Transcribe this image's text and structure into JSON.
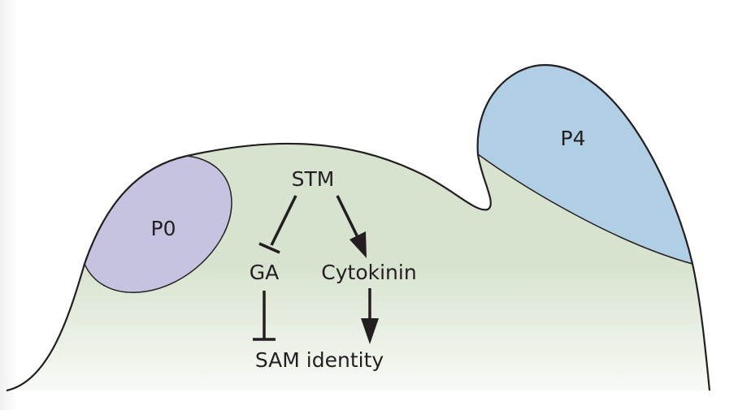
{
  "diagram": {
    "regions": [
      {
        "id": "meristem",
        "label": "",
        "color": "#d8e3cf"
      },
      {
        "id": "p0",
        "label": "P0",
        "color": "#c5c3e0"
      },
      {
        "id": "p4",
        "label": "P4",
        "color": "#b0cfe4"
      }
    ],
    "nodes": {
      "stm": "STM",
      "ga": "GA",
      "cytokinin": "Cytokinin",
      "sam_identity": "SAM identity"
    },
    "edges": [
      {
        "from": "STM",
        "to": "GA",
        "type": "inhibition"
      },
      {
        "from": "STM",
        "to": "Cytokinin",
        "type": "activation"
      },
      {
        "from": "GA",
        "to": "SAM identity",
        "type": "inhibition"
      },
      {
        "from": "Cytokinin",
        "to": "SAM identity",
        "type": "activation"
      }
    ],
    "colors": {
      "outline": "#231f20",
      "meristem_fill": "#d8e3cf",
      "meristem_fade": "#f8faf6",
      "p0_fill": "#c5c3e0",
      "p4_fill": "#b0cfe4"
    }
  }
}
